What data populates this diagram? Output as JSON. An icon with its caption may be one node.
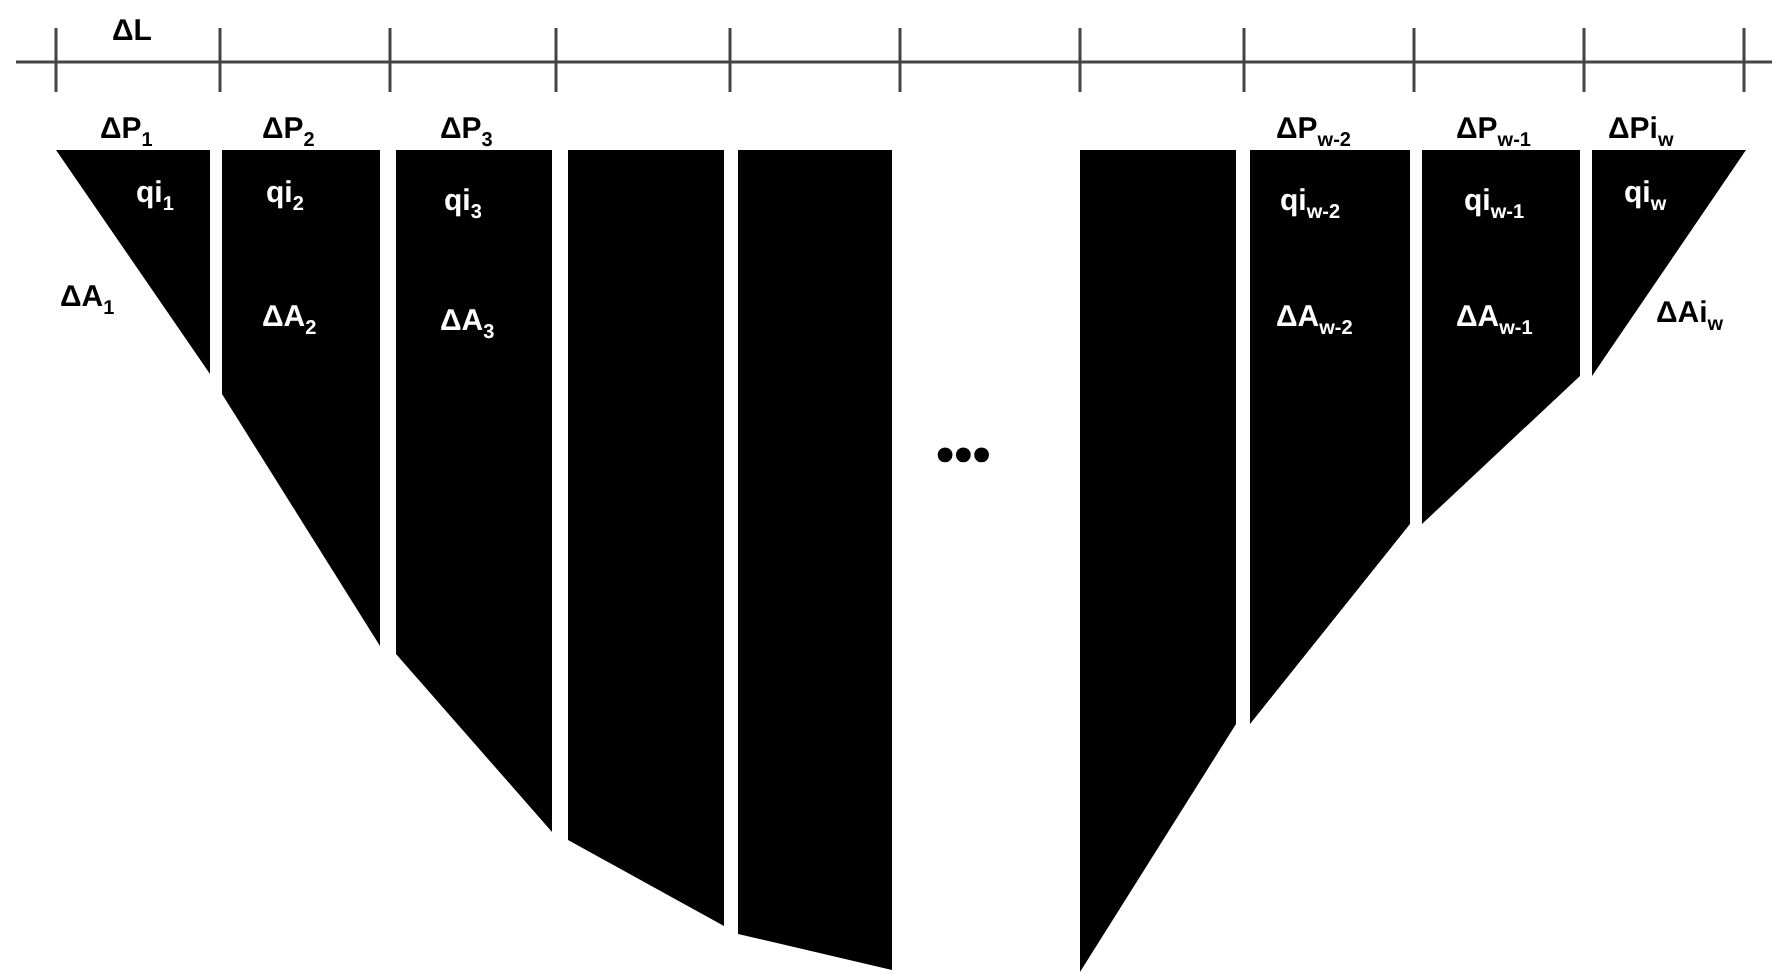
{
  "diagram": {
    "nodes": [
      {
        "text": [
          "ΔP$_{1}$",
          "qi$_{1}$",
          "ΔA$_{1}$"
        ]
      },
      {
        "text": [
          "ΔP$_{2}$",
          "qi$_{2}$",
          "ΔA$_{2}$"
        ]
      },
      {
        "text": [
          "ΔP$_{3}$",
          "qi$_{3}$",
          "ΔA$_{3}$"
        ]
      },
      {
        "text": [],
        "shape": "bar"
      },
      {
        "text": [],
        "shape": "bar"
      },
      {
        "text": [],
        "shape": "bar"
      },
      {
        "text": [
          "ΔP$_{w-2}$",
          "qi$_{w-2}$",
          "ΔA$_{w-2}$"
        ]
      },
      {
        "text": [
          "ΔP$_{w-1}$",
          "qi$_{w-1}$",
          "ΔA$_{w-1}$"
        ]
      },
      {
        "text": [
          "ΔPi$_{w}$",
          "qi$_{w}$",
          "ΔAi$_{w}$"
        ]
      }
    ],
    "edges": [],
    "labels": [
      "ΔL",
      "•••"
    ]
  }
}
